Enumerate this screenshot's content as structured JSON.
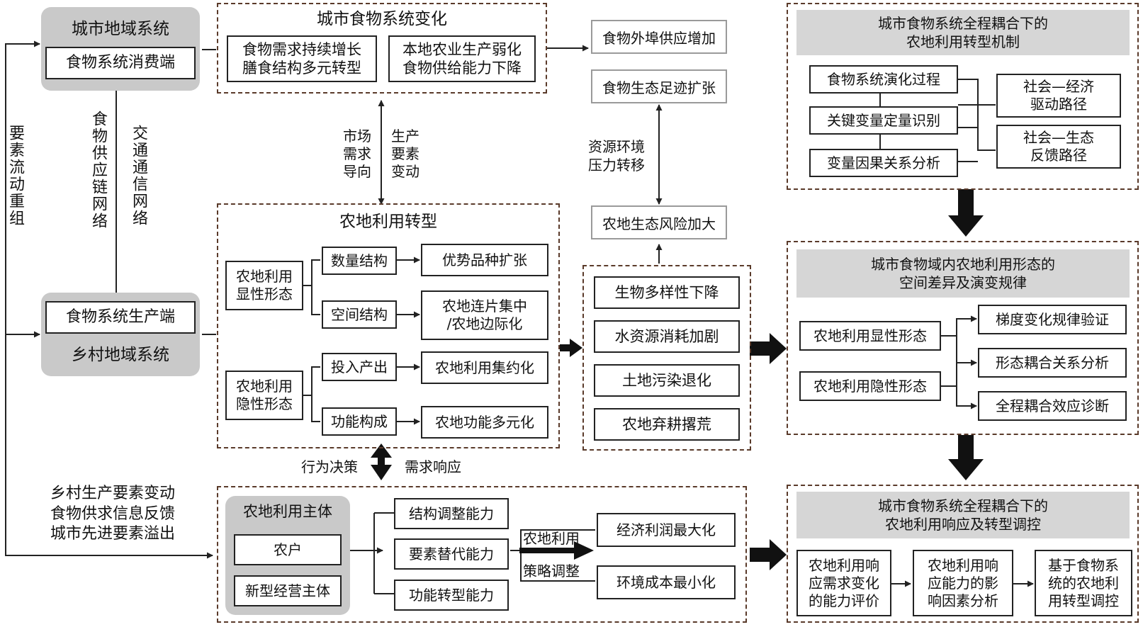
{
  "left": {
    "urban_system": "城市地域系统",
    "consumption_end": "食物系统消费端",
    "production_end": "食物系统生产端",
    "rural_system": "乡村地域系统",
    "factor_flow": "要素流动重组",
    "supply_chain": "食物供应链网络",
    "transport_net": "交通通信网络"
  },
  "food_change": {
    "title": "城市食物系统变化",
    "demand": "食物需求持续增长\n膳食结构多元转型",
    "supply": "本地农业生产弱化\n食物供给能力下降"
  },
  "effects": {
    "external_supply": "食物外埠供应增加",
    "eco_footprint": "食物生态足迹扩张",
    "pressure_shift": "资源环境\n压力转移",
    "eco_risk": "农地生态风险加大"
  },
  "mid_labels": {
    "market": "市场\n需求\n导向",
    "production": "生产\n要素\n变动"
  },
  "transition": {
    "title": "农地利用转型",
    "explicit": "农地利用\n显性形态",
    "implicit": "农地利用\n隐性形态",
    "quantity": "数量结构",
    "spatial": "空间结构",
    "input_output": "投入产出",
    "function": "功能构成",
    "dominant": "优势品种扩张",
    "contiguous": "农地连片集中\n/农地边际化",
    "intensive": "农地利用集约化",
    "multifunction": "农地功能多元化"
  },
  "risks": {
    "biodiversity": "生物多样性下降",
    "water": "水资源消耗加剧",
    "soil": "土地污染退化",
    "abandon": "农地弃耕撂荒"
  },
  "bottom_mid": {
    "behavior": "行为决策",
    "demand_response": "需求响应"
  },
  "rural_feedback": "乡村生产要素变动\n食物供求信息反馈\n城市先进要素溢出",
  "actors": {
    "title": "农地利用主体",
    "farmer": "农户",
    "new_operator": "新型经营主体",
    "structure_adj": "结构调整能力",
    "factor_sub": "要素替代能力",
    "func_trans": "功能转型能力",
    "strategy_top": "农地利用",
    "strategy_bottom": "策略调整",
    "profit_max": "经济利润最大化",
    "cost_min": "环境成本最小化"
  },
  "mechanism": {
    "title": "城市食物系统全程耦合下的\n农地利用转型机制",
    "evolution": "食物系统演化过程",
    "key_vars": "关键变量定量识别",
    "causal": "变量因果关系分析",
    "socio_econ": "社会—经济\n驱动路径",
    "socio_eco": "社会—生态\n反馈路径"
  },
  "spatial": {
    "title": "城市食物域内农地利用形态的\n空间差异及演变规律",
    "explicit": "农地利用显性形态",
    "implicit": "农地利用隐性形态",
    "gradient": "梯度变化规律验证",
    "coupling_rel": "形态耦合关系分析",
    "coupling_eff": "全程耦合效应诊断"
  },
  "regulation": {
    "title": "城市食物系统全程耦合下的\n农地利用响应及转型调控",
    "ability_eval": "农地利用响\n应需求变化\n的能力评价",
    "factor_anal": "农地利用响\n应能力的影\n响因素分析",
    "regulation": "基于食物系\n统的农地利\n用转型调控"
  }
}
